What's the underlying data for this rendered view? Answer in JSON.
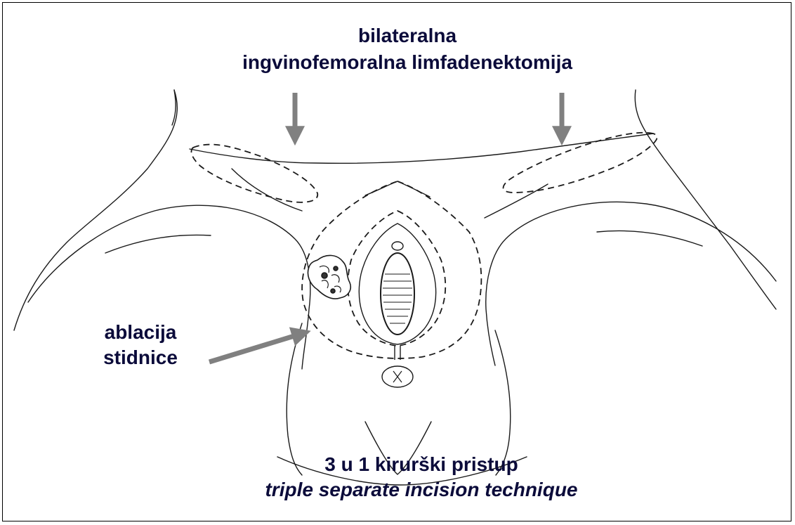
{
  "labels": {
    "top_line1": "bilateralna",
    "top_line2": "ingvinofemoralna limfadenektomija",
    "left_line1": "ablacija",
    "left_line2": "stidnice",
    "bottom_line1": "3 u 1 kirurški pristup",
    "bottom_line2": "triple separate incision technique"
  },
  "colors": {
    "text": "#0b0b3a",
    "arrow": "#808080",
    "line": "#1a1a1a"
  }
}
